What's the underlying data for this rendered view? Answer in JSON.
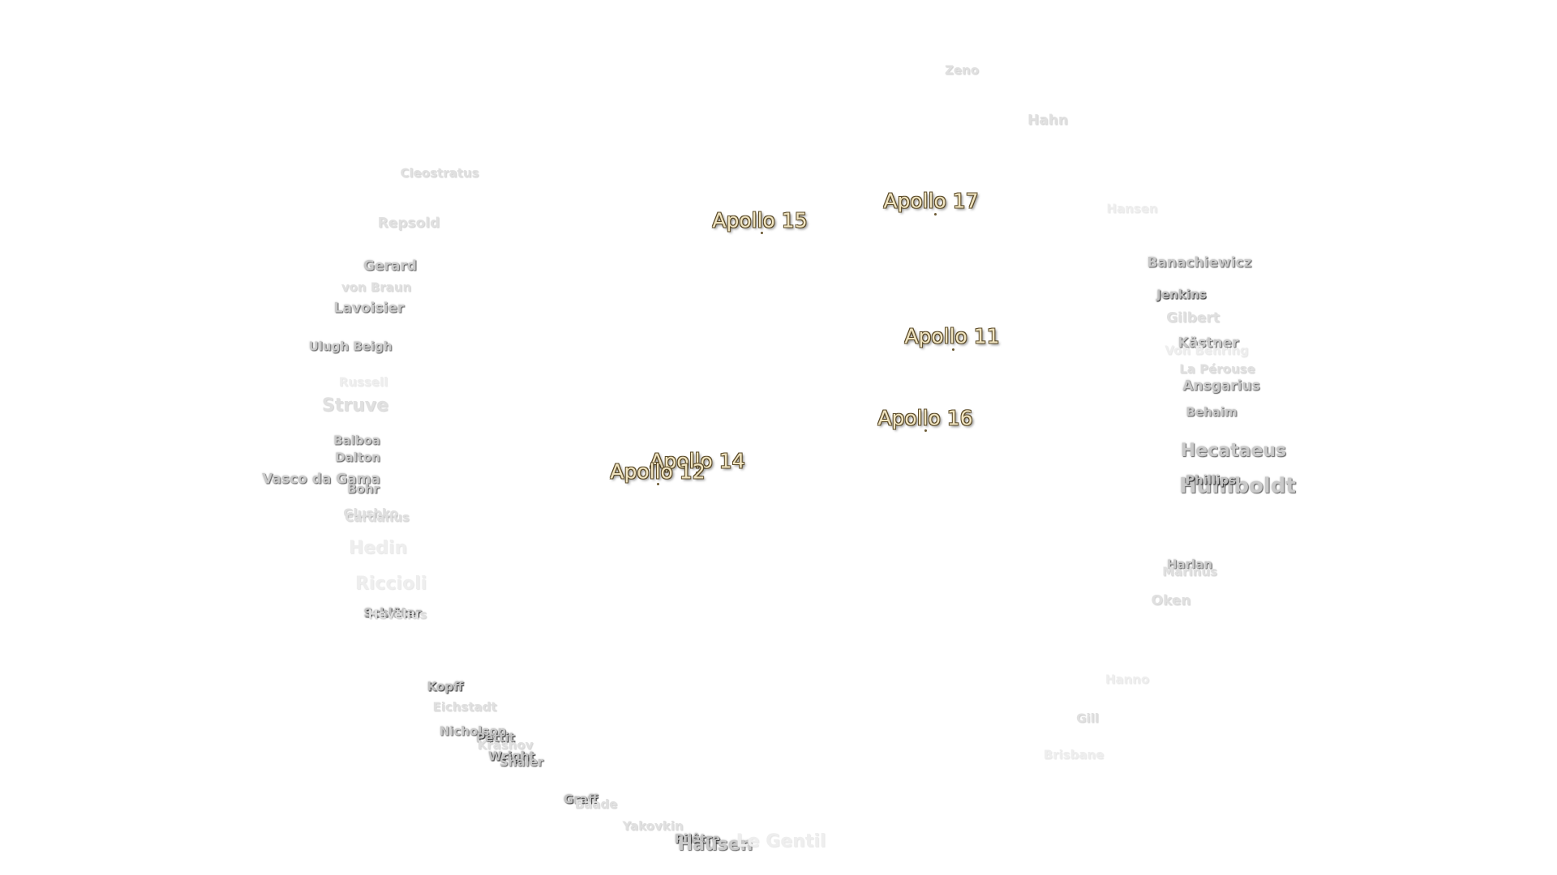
{
  "map": {
    "apollo_sites": [
      "Apollo 17",
      "Apollo 15",
      "Apollo 11",
      "Apollo 16",
      "Apollo 14",
      "Apollo 12"
    ],
    "craters": [
      "Zeno",
      "Hahn",
      "Cleostratus",
      "Hansen",
      "Repsold",
      "Banachiewicz",
      "Gerard",
      "von Braun",
      "Jenkins",
      "Lavoisier",
      "Gilbert",
      "Kästner",
      "Ulugh Beigh",
      "Von Behring",
      "La Pérouse",
      "Russell",
      "Ansgarius",
      "Struve",
      "Behaim",
      "Balboa",
      "Dalton",
      "Hecataeus",
      "Vasco da Gama",
      "Bohr",
      "Humboldt",
      "Phillips",
      "Glushko",
      "Cardanus",
      "Hedin",
      "Harlan",
      "Marinus",
      "Riccioli",
      "Oken",
      "Schlüter",
      "Hevelius",
      "Kopff",
      "Hanno",
      "Eichstadt",
      "Gill",
      "Nicholson",
      "Pettit",
      "Krasnov",
      "Wright",
      "Shaler",
      "Brisbane",
      "Graff",
      "Baade",
      "Yakovkin",
      "Pilâtre",
      "Hausen",
      "Le Gentil"
    ]
  }
}
